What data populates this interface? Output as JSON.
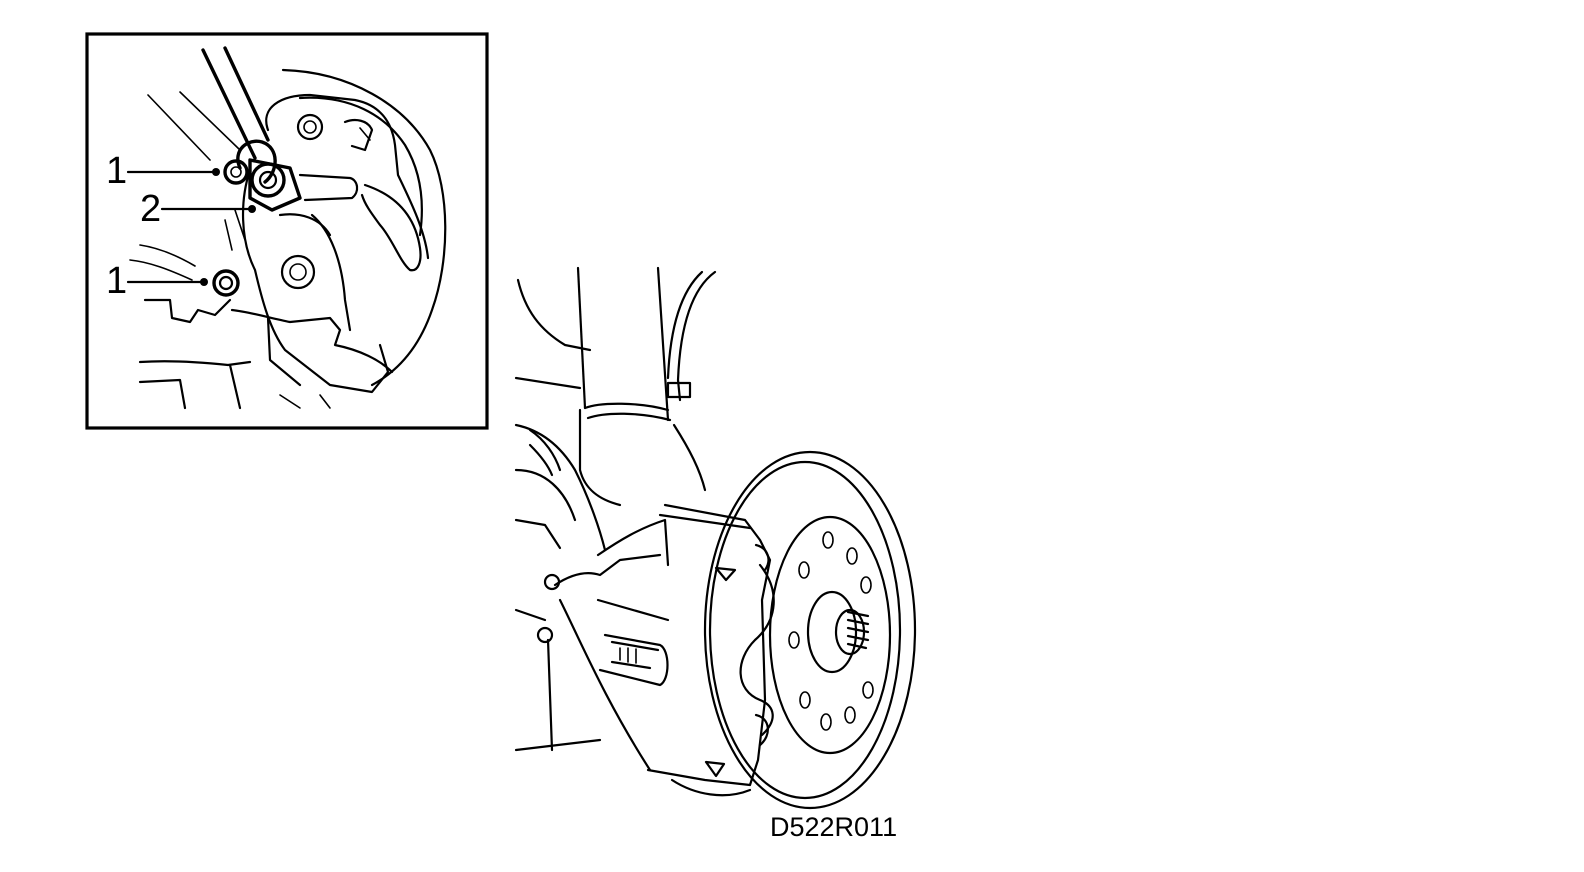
{
  "inset": {
    "callouts": [
      {
        "label": "1"
      },
      {
        "label": "2"
      },
      {
        "label": "1"
      }
    ]
  },
  "figure": {
    "reference_code": "D522R011"
  }
}
